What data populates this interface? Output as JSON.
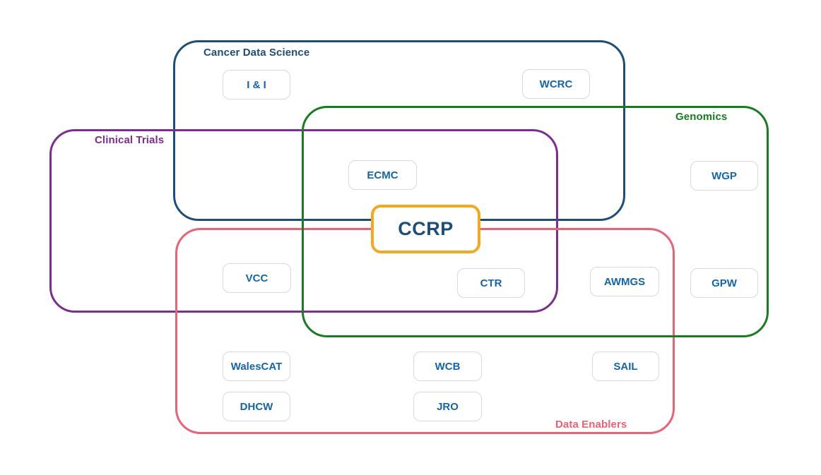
{
  "diagram": {
    "type": "venn-grouping",
    "groups": [
      {
        "label": "Cancer Data Science",
        "color": "#1d4e79"
      },
      {
        "label": "Genomics",
        "color": "#177d1f"
      },
      {
        "label": "Clinical Trials",
        "color": "#7d2c91"
      },
      {
        "label": "Data Enablers",
        "color": "#ec6175"
      }
    ],
    "center_node": {
      "label": "CCRP",
      "border_color": "#f5a81c",
      "text_color": "#1d4e79",
      "groups": [
        "Cancer Data Science",
        "Genomics",
        "Clinical Trials",
        "Data Enablers"
      ]
    },
    "nodes": [
      {
        "label": "I & I",
        "groups": [
          "Cancer Data Science"
        ]
      },
      {
        "label": "WCRC",
        "groups": [
          "Cancer Data Science"
        ]
      },
      {
        "label": "ECMC",
        "groups": [
          "Cancer Data Science",
          "Clinical Trials",
          "Genomics"
        ]
      },
      {
        "label": "WGP",
        "groups": [
          "Genomics"
        ]
      },
      {
        "label": "VCC",
        "groups": [
          "Clinical Trials",
          "Data Enablers"
        ]
      },
      {
        "label": "CTR",
        "groups": [
          "Clinical Trials",
          "Genomics",
          "Data Enablers"
        ]
      },
      {
        "label": "AWMGS",
        "groups": [
          "Genomics",
          "Data Enablers"
        ]
      },
      {
        "label": "GPW",
        "groups": [
          "Genomics"
        ]
      },
      {
        "label": "WalesCAT",
        "groups": [
          "Data Enablers"
        ]
      },
      {
        "label": "WCB",
        "groups": [
          "Data Enablers"
        ]
      },
      {
        "label": "SAIL",
        "groups": [
          "Data Enablers"
        ]
      },
      {
        "label": "DHCW",
        "groups": [
          "Data Enablers"
        ]
      },
      {
        "label": "JRO",
        "groups": [
          "Data Enablers"
        ]
      }
    ],
    "node_style": {
      "border_color": "#d9d9d9",
      "text_color": "#1565a8",
      "background": "#ffffff"
    }
  }
}
